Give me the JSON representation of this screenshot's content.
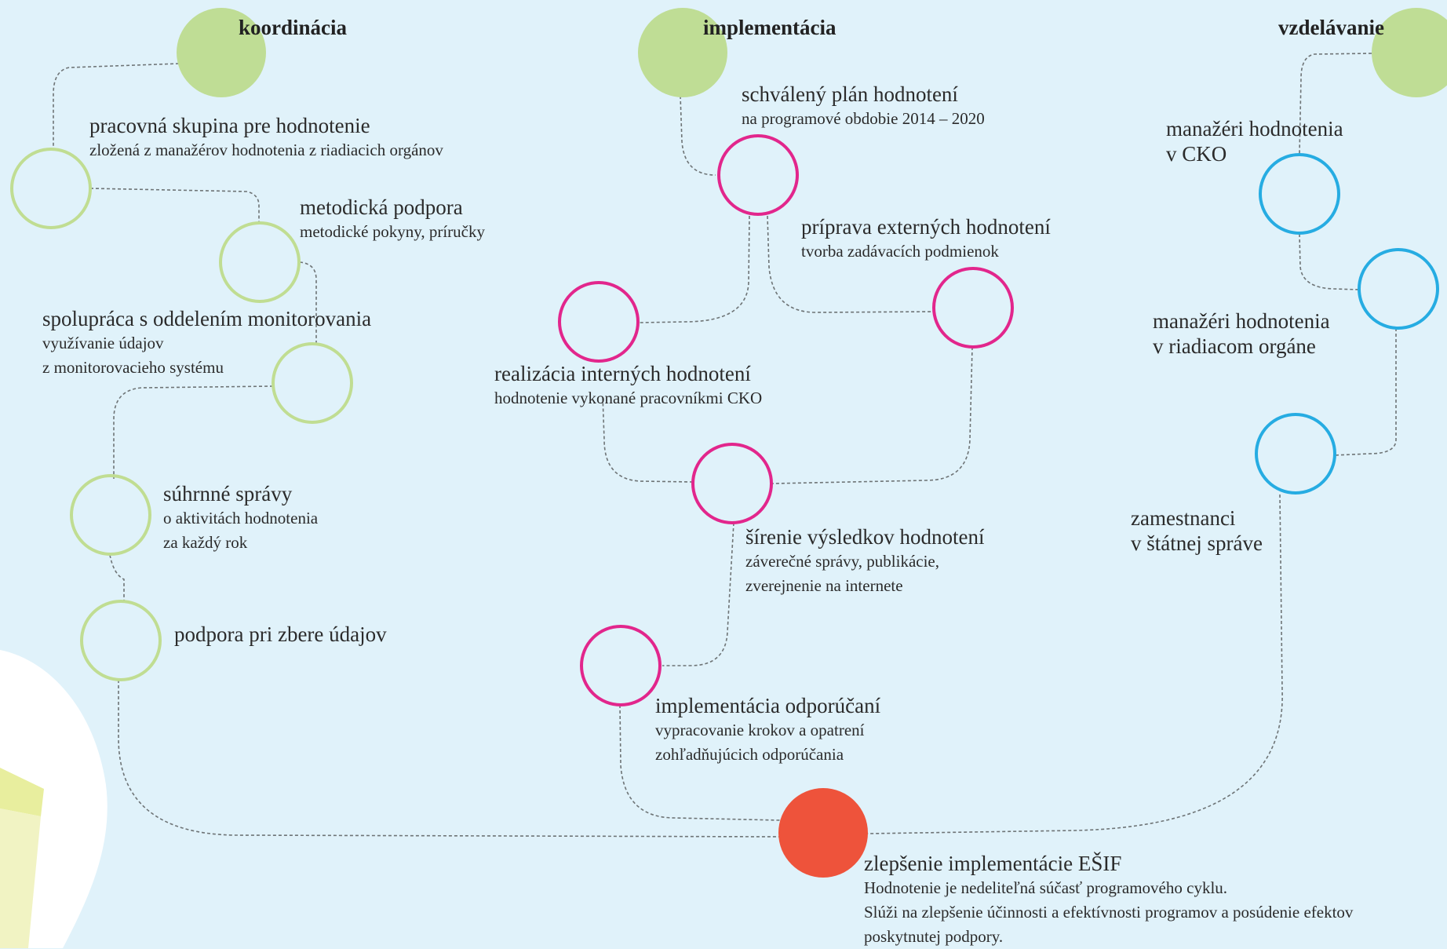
{
  "headers": {
    "coordination": "koordinácia",
    "implementation": "implementácia",
    "education": "vzdelávanie"
  },
  "colors": {
    "background": "#e0f2fa",
    "coordination": "#bfdd95",
    "implementation": "#e2268c",
    "education": "#26ace2",
    "result": "#ee533b"
  },
  "coordination": {
    "working_group": {
      "title": "pracovná skupina pre hodnotenie",
      "subtitle": "zložená z manažérov hodnotenia z riadiacich orgánov"
    },
    "methodology": {
      "title": "metodická podpora",
      "subtitle": "metodické pokyny, príručky"
    },
    "monitoring": {
      "title": "spolupráca s oddelením monitorovania",
      "subtitle1": "využívanie údajov",
      "subtitle2": "z monitorovacieho systému"
    },
    "reports": {
      "title": "súhrnné správy",
      "subtitle1": "o aktivitách hodnotenia",
      "subtitle2": "za každý rok"
    },
    "data_collection": {
      "title": "podpora pri zbere údajov"
    }
  },
  "implementation": {
    "plan": {
      "title": "schválený plán hodnotení",
      "subtitle": "na programové obdobie 2014 – 2020"
    },
    "external": {
      "title": "príprava externých hodnotení",
      "subtitle": "tvorba zadávacích podmienok"
    },
    "internal": {
      "title": "realizácia interných hodnotení",
      "subtitle": "hodnotenie vykonané pracovníkmi CKO"
    },
    "dissemination": {
      "title": "šírenie výsledkov hodnotení",
      "subtitle1": "záverečné správy, publikácie,",
      "subtitle2": "zverejnenie na internete"
    },
    "recommendations": {
      "title": "implementácia odporúčaní",
      "subtitle1": "vypracovanie krokov a opatrení",
      "subtitle2": "zohľadňujúcich odporúčania"
    }
  },
  "education": {
    "cko_managers": {
      "line1": "manažéri hodnotenia",
      "line2": "v CKO"
    },
    "ro_managers": {
      "line1": "manažéri hodnotenia",
      "line2": "v riadiacom orgáne"
    },
    "employees": {
      "line1": "zamestnanci",
      "line2": "v štátnej správe"
    }
  },
  "result": {
    "title": "zlepšenie implementácie EŠIF",
    "line1": "Hodnotenie je nedeliteľná súčasť programového cyklu.",
    "line2": "Slúži na zlepšenie účinnosti a efektívnosti programov a posúdenie efektov",
    "line3": "poskytnutej podpory."
  }
}
